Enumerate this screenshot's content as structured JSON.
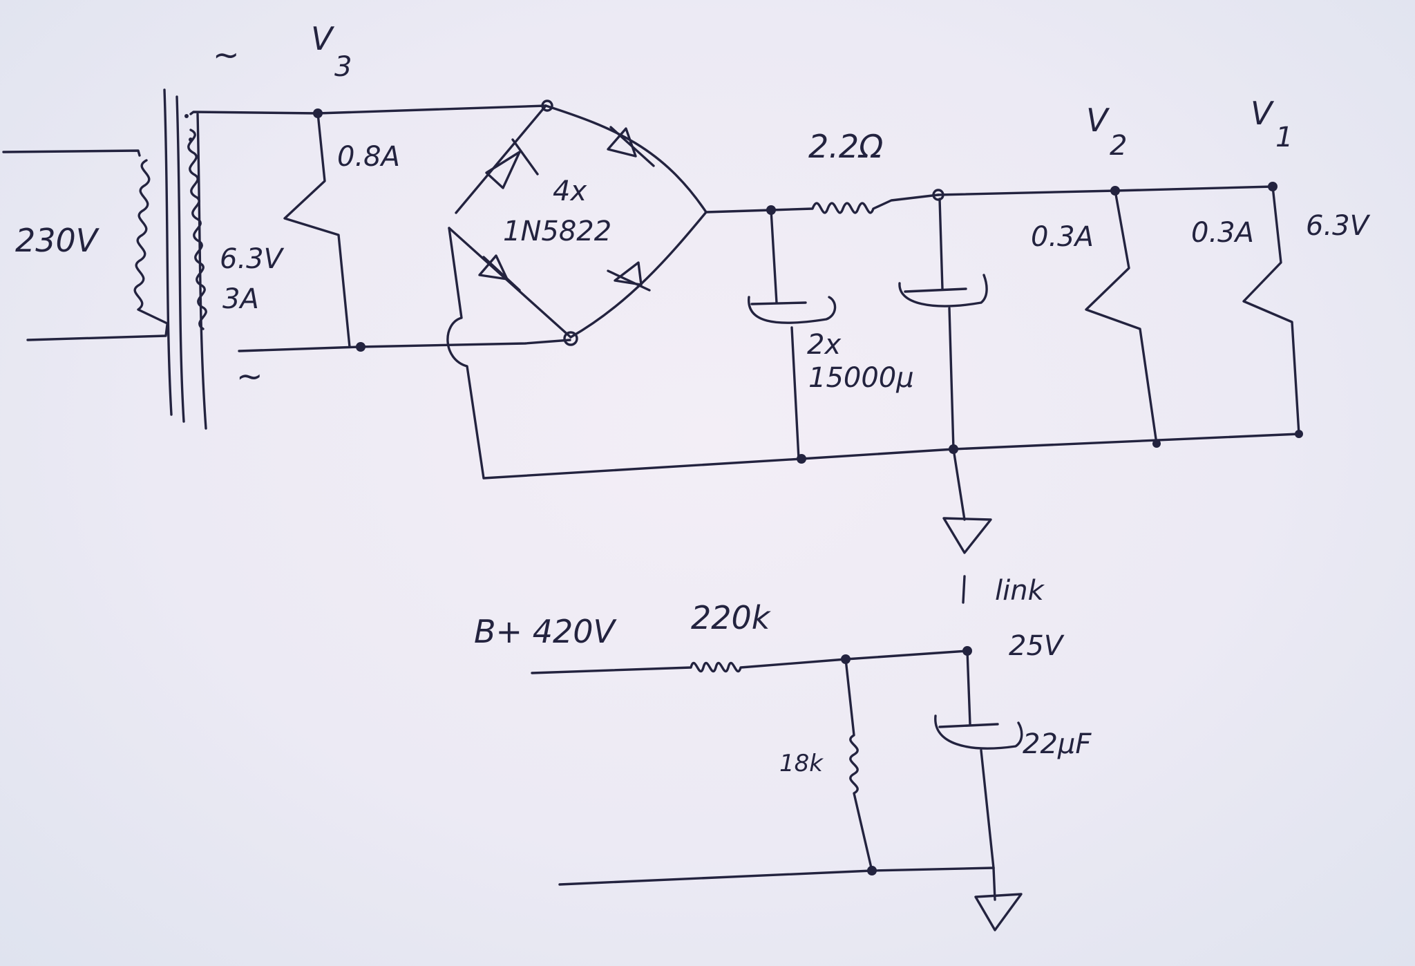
{
  "labels": {
    "v3": "V",
    "v3_sub": "3",
    "v2": "V",
    "v2_sub": "2",
    "v1": "V",
    "v1_sub": "1",
    "tilde_top": "~",
    "tilde_bottom": "~",
    "mains_voltage": "230V",
    "secondary_voltage": "6.3V",
    "secondary_current": "3A",
    "v3_current": "0.8A",
    "diode_count": "4x",
    "diode_type": "1N5822",
    "resistor_value": "2.2Ω",
    "v2_current": "0.3A",
    "v1_current": "0.3A",
    "heater_voltage": "6.3V",
    "cap_count": "2x",
    "cap_value": "15000µ",
    "bplus": "B+ 420V",
    "divider_top": "220k",
    "divider_bottom": "18k",
    "link": "link",
    "link_voltage": "25V",
    "bias_cap": "22µF"
  }
}
